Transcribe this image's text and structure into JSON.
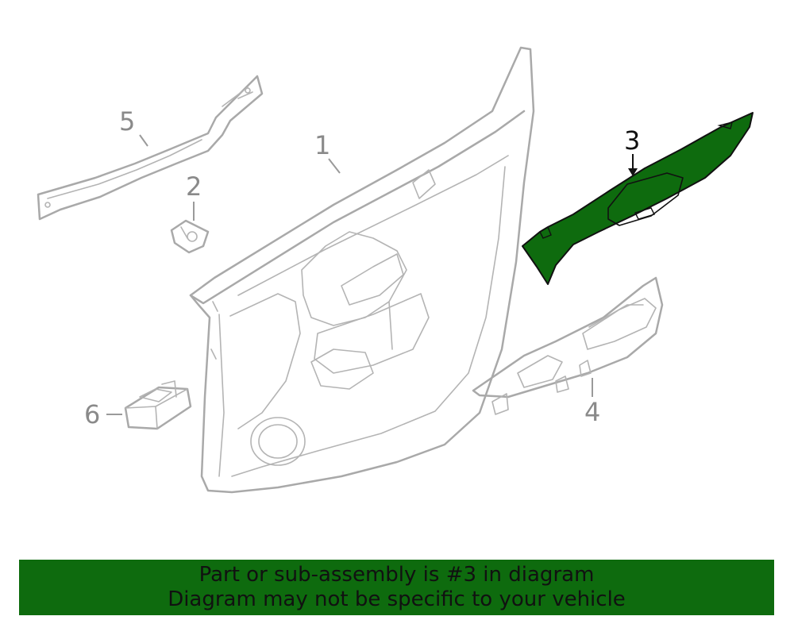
{
  "callouts": {
    "c1": "1",
    "c2": "2",
    "c3": "3",
    "c4": "4",
    "c5": "5",
    "c6": "6"
  },
  "highlighted_part": "3",
  "colors": {
    "highlight": "#0e6b0e",
    "banner_background": "#0e6b0e",
    "line_art": "#a9a9a9",
    "banner_text": "#111111"
  },
  "banner": {
    "line1": "Part or sub-assembly is #3 in diagram",
    "line2": "Diagram may not be specific to your vehicle"
  }
}
